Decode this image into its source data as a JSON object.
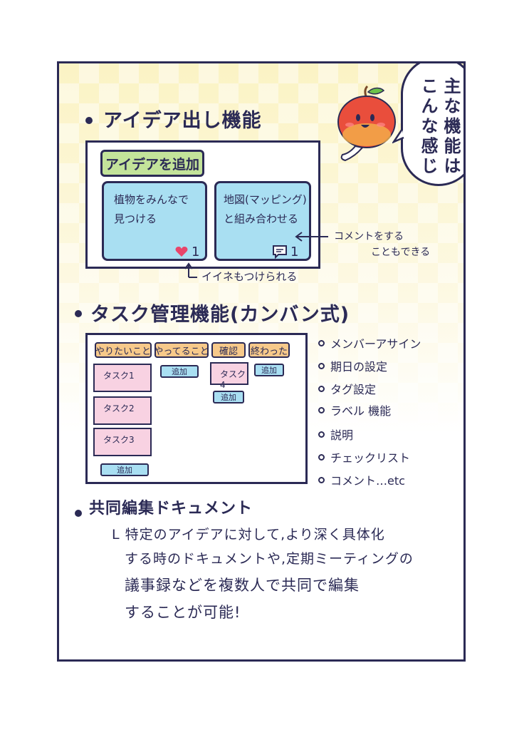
{
  "section1": {
    "title": "アイデア出し機能",
    "add_button": "アイデアを追加",
    "cards": [
      {
        "text": "植物をみんなで\n見つける",
        "count": "1",
        "icon": "heart-icon"
      },
      {
        "text": "地図(マッピング)\nと組み合わせる",
        "count": "1",
        "icon": "comment-icon"
      }
    ],
    "comment_note": [
      "コメントをする",
      "こともできる"
    ],
    "like_note": "イイネもつけられる"
  },
  "section2": {
    "title": "タスク管理機能(カンバン式)",
    "columns": [
      "やりたいこと",
      "やってること",
      "確認",
      "終わった"
    ],
    "tasks": [
      "タスク1",
      "タスク2",
      "タスク3",
      "タスク4"
    ],
    "add_label": "追加",
    "features": [
      "メンバーアサイン",
      "期日の設定",
      "タグ設定",
      "ラベル 機能",
      "説明",
      "チェックリスト",
      "コメント…etc"
    ]
  },
  "section3": {
    "title": "共同編集ドキュメント",
    "lines": [
      "L 特定のアイデアに対して,より深く具体化",
      "する時のドキュメントや,定期ミーティングの",
      "議事録などを複数人で共同で編集",
      "することが可能!"
    ]
  },
  "speech": {
    "col1": "主な機能は",
    "col2": "こんな感じ"
  },
  "colors": {
    "ink": "#2b2a55",
    "green": "#c3e39a",
    "blue": "#a9dff2",
    "pink": "#f8d2e2",
    "orange": "#f7c98a",
    "heart": "#e8456b"
  }
}
